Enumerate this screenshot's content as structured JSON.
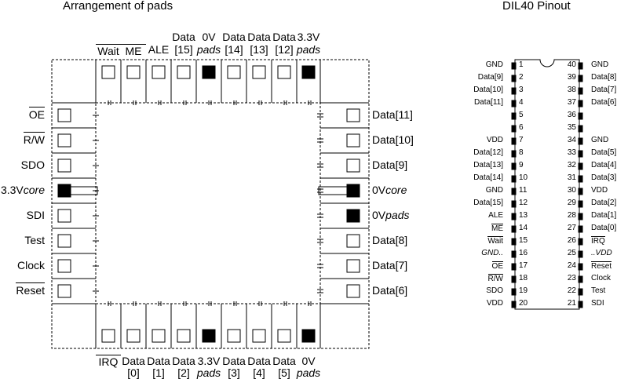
{
  "titles": {
    "left": "Arrangement of pads",
    "right": "DIL40 Pinout"
  },
  "pads": {
    "top": [
      {
        "l1": "Wait",
        "l2": "",
        "over": true,
        "filled": false
      },
      {
        "l1": "ME",
        "l2": "",
        "over": true,
        "filled": false
      },
      {
        "l1": "ALE",
        "l2": "",
        "over": false,
        "filled": false
      },
      {
        "l1": "Data",
        "l2": "[15]",
        "over": false,
        "filled": false
      },
      {
        "l1": "0V",
        "l2": "pads",
        "over": false,
        "filled": true
      },
      {
        "l1": "Data",
        "l2": "[14]",
        "over": false,
        "filled": false
      },
      {
        "l1": "Data",
        "l2": "[13]",
        "over": false,
        "filled": false
      },
      {
        "l1": "Data",
        "l2": "[12]",
        "over": false,
        "filled": false
      },
      {
        "l1": "3.3V",
        "l2": "pads",
        "over": false,
        "filled": true
      }
    ],
    "bottom": [
      {
        "l1": "IRQ",
        "l2": "",
        "over": true,
        "filled": false
      },
      {
        "l1": "Data",
        "l2": "[0]",
        "over": false,
        "filled": false
      },
      {
        "l1": "Data",
        "l2": "[1]",
        "over": false,
        "filled": false
      },
      {
        "l1": "Data",
        "l2": "[2]",
        "over": false,
        "filled": false
      },
      {
        "l1": "3.3V",
        "l2": "pads",
        "over": false,
        "filled": true
      },
      {
        "l1": "Data",
        "l2": "[3]",
        "over": false,
        "filled": false
      },
      {
        "l1": "Data",
        "l2": "[4]",
        "over": false,
        "filled": false
      },
      {
        "l1": "Data",
        "l2": "[5]",
        "over": false,
        "filled": false
      },
      {
        "l1": "0V",
        "l2": "pads",
        "over": false,
        "filled": true
      }
    ],
    "left": [
      {
        "main": "OE",
        "suffix": "",
        "over": true,
        "filled": false
      },
      {
        "main": "R/W",
        "suffix": "",
        "over": true,
        "filled": false
      },
      {
        "main": "SDO",
        "suffix": "",
        "over": false,
        "filled": false
      },
      {
        "main": "3.3V",
        "suffix": "core",
        "over": false,
        "filled": true
      },
      {
        "main": "SDI",
        "suffix": "",
        "over": false,
        "filled": false
      },
      {
        "main": "Test",
        "suffix": "",
        "over": false,
        "filled": false
      },
      {
        "main": "Clock",
        "suffix": "",
        "over": false,
        "filled": false
      },
      {
        "main": "Reset",
        "suffix": "",
        "over": true,
        "filled": false
      }
    ],
    "right": [
      {
        "main": "Data[11]",
        "suffix": "",
        "over": false,
        "filled": false
      },
      {
        "main": "Data[10]",
        "suffix": "",
        "over": false,
        "filled": false
      },
      {
        "main": "Data[9]",
        "suffix": "",
        "over": false,
        "filled": false
      },
      {
        "main": "0V",
        "suffix": "core",
        "over": false,
        "filled": true
      },
      {
        "main": "0V",
        "suffix": "pads",
        "over": false,
        "filled": true
      },
      {
        "main": "Data[8]",
        "suffix": "",
        "over": false,
        "filled": false
      },
      {
        "main": "Data[7]",
        "suffix": "",
        "over": false,
        "filled": false
      },
      {
        "main": "Data[6]",
        "suffix": "",
        "over": false,
        "filled": false
      }
    ]
  },
  "dil": {
    "left": [
      {
        "n": "1",
        "name": "GND",
        "over": false
      },
      {
        "n": "2",
        "name": "Data[9]",
        "over": false
      },
      {
        "n": "3",
        "name": "Data[10]",
        "over": false
      },
      {
        "n": "4",
        "name": "Data[11]",
        "over": false
      },
      {
        "n": "5",
        "name": "",
        "over": false
      },
      {
        "n": "6",
        "name": "",
        "over": false
      },
      {
        "n": "7",
        "name": "VDD",
        "over": false
      },
      {
        "n": "8",
        "name": "Data[12]",
        "over": false
      },
      {
        "n": "9",
        "name": "Data[13]",
        "over": false
      },
      {
        "n": "10",
        "name": "Data[14]",
        "over": false
      },
      {
        "n": "11",
        "name": "GND",
        "over": false
      },
      {
        "n": "12",
        "name": "Data[15]",
        "over": false
      },
      {
        "n": "13",
        "name": "ALE",
        "over": false
      },
      {
        "n": "14",
        "name": "ME",
        "over": true
      },
      {
        "n": "15",
        "name": "Wait",
        "over": true
      },
      {
        "n": "16",
        "name": "GND..",
        "over": false,
        "italic": true
      },
      {
        "n": "17",
        "name": "OE",
        "over": true
      },
      {
        "n": "18",
        "name": "R/W",
        "over": true
      },
      {
        "n": "19",
        "name": "SDO",
        "over": false
      },
      {
        "n": "20",
        "name": "VDD",
        "over": false
      }
    ],
    "right": [
      {
        "n": "40",
        "name": "GND",
        "over": false
      },
      {
        "n": "39",
        "name": "Data[8]",
        "over": false
      },
      {
        "n": "38",
        "name": "Data[7]",
        "over": false
      },
      {
        "n": "37",
        "name": "Data[6]",
        "over": false
      },
      {
        "n": "36",
        "name": "",
        "over": false
      },
      {
        "n": "35",
        "name": "",
        "over": false
      },
      {
        "n": "34",
        "name": "GND",
        "over": false
      },
      {
        "n": "33",
        "name": "Data[5]",
        "over": false
      },
      {
        "n": "32",
        "name": "Data[4]",
        "over": false
      },
      {
        "n": "31",
        "name": "Data[3]",
        "over": false
      },
      {
        "n": "30",
        "name": "VDD",
        "over": false
      },
      {
        "n": "29",
        "name": "Data[2]",
        "over": false
      },
      {
        "n": "28",
        "name": "Data[1]",
        "over": false
      },
      {
        "n": "27",
        "name": "Data[0]",
        "over": false
      },
      {
        "n": "26",
        "name": "IRQ",
        "over": true
      },
      {
        "n": "25",
        "name": "..VDD",
        "over": false,
        "italic": true
      },
      {
        "n": "24",
        "name": "Reset",
        "over": true
      },
      {
        "n": "23",
        "name": "Clock",
        "over": false
      },
      {
        "n": "22",
        "name": "Test",
        "over": false
      },
      {
        "n": "21",
        "name": "SDI",
        "over": false
      }
    ]
  }
}
